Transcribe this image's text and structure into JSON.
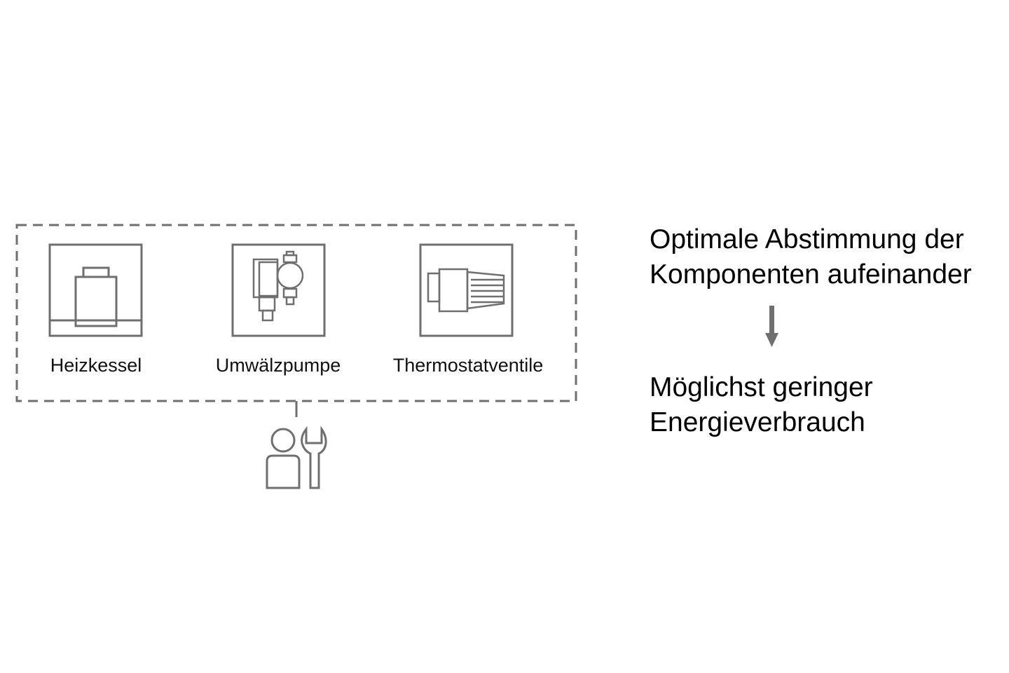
{
  "components": [
    {
      "label": "Heizkessel",
      "icon": "boiler-icon"
    },
    {
      "label": "Umwälzpumpe",
      "icon": "circulation-pump-icon"
    },
    {
      "label": "Thermostatventile",
      "icon": "thermostatic-valve-icon"
    }
  ],
  "technician_icon": "technician-with-wrench-icon",
  "result": {
    "line1": "Optimale Abstimmung der",
    "line2": "Komponenten aufeinander",
    "arrow_icon": "arrow-down-icon",
    "outcome_line1": "Möglichst geringer",
    "outcome_line2": "Energieverbrauch"
  },
  "colors": {
    "stroke": "#6f6f6f",
    "text": "#000000"
  }
}
